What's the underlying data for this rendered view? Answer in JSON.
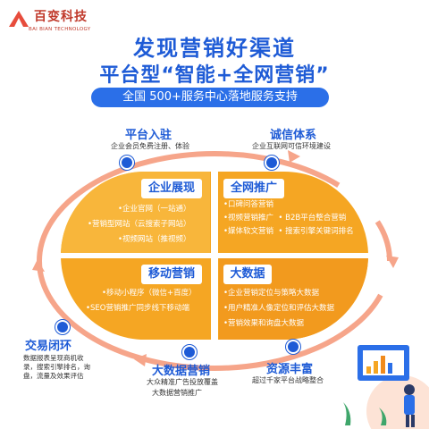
{
  "logo": {
    "brand": "百变科技",
    "brand_en": "BAI BIAN TECHNOLOGY"
  },
  "header": {
    "title": "发现营销好渠道",
    "subtitle": "平台型“智能+全网营销”",
    "banner": "全国 500+服务中心落地服务支持"
  },
  "corners": {
    "top_left": {
      "title": "平台入驻",
      "sub": "企业会员免费注册、体验"
    },
    "top_right": {
      "title": "诚信体系",
      "sub": "企业互联网可信环境建设"
    },
    "left": {
      "title": "交易闭环",
      "sub": "数据报表呈现商机收录，搜索引擎排名，询盘，流量及效果评估"
    },
    "bottom_mid": {
      "title": "大数据营销",
      "sub1": "大众精准广告投放覆盖",
      "sub2": "大数据营销推广"
    },
    "bottom_right": {
      "title": "资源丰富",
      "sub": "超过千家平台战略整合"
    }
  },
  "quadrants": {
    "q1": {
      "title": "企业展现",
      "items": [
        "企业官网（一站通）",
        "营销型网站（云搜索子网站）",
        "视频网站（推视频）"
      ]
    },
    "q2": {
      "title": "全网推广",
      "items": [
        "口碑问答营销",
        "视频营销推广",
        "B2B平台整合营销",
        "媒体软文营销",
        "搜索引擎关键词排名"
      ]
    },
    "q3": {
      "title": "移动营销",
      "items": [
        "移动小程序（微信+百度）",
        "SEO营销推广同步线下移动端"
      ]
    },
    "q4": {
      "title": "大数据",
      "items": [
        "企业营销定位与策略大数据",
        "用户精准人像定位和评估大数据",
        "营销效果和询盘大数据"
      ]
    }
  },
  "colors": {
    "primary_blue": "#1e5bd6",
    "orange": "#f5a623",
    "orange_dark": "#f08a1c",
    "ring": "#f6a58a"
  }
}
